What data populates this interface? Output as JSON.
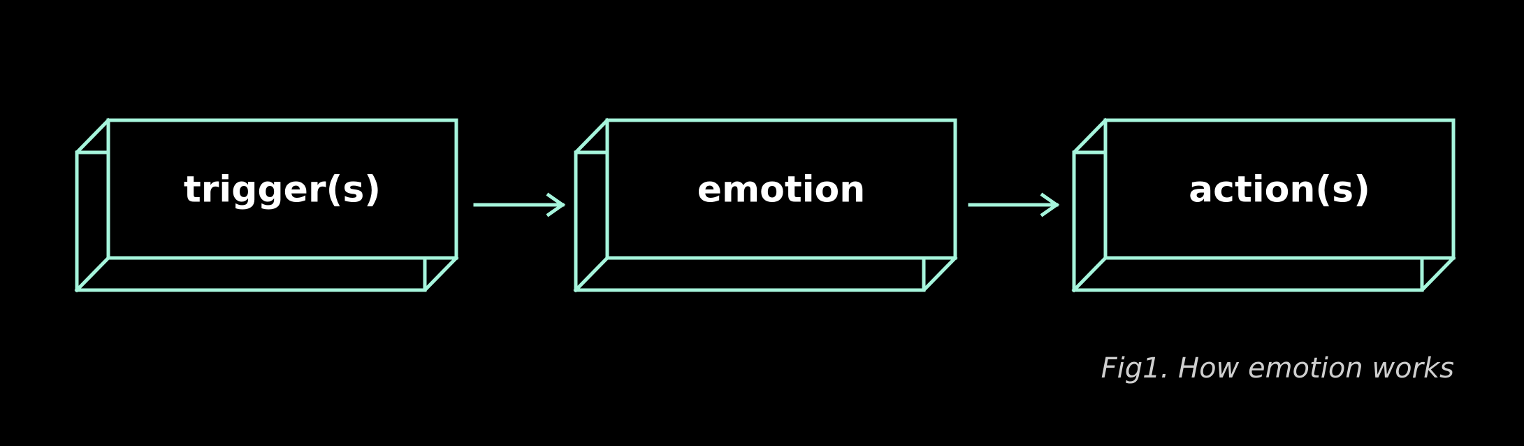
{
  "diagram": {
    "colors": {
      "background": "#000000",
      "stroke": "#a6f5dc",
      "label": "#ffffff",
      "caption": "#cfcfcf"
    },
    "nodes": [
      {
        "id": "trigger",
        "label": "trigger(s)"
      },
      {
        "id": "emotion",
        "label": "emotion"
      },
      {
        "id": "action",
        "label": "action(s)"
      }
    ],
    "edges": [
      {
        "from": "trigger",
        "to": "emotion"
      },
      {
        "from": "emotion",
        "to": "action"
      }
    ],
    "caption": "Fig1. How emotion works"
  }
}
